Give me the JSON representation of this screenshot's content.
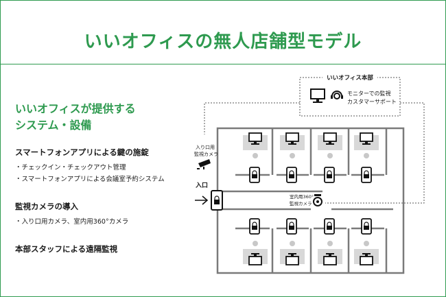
{
  "title": "いいオフィスの無人店舗型モデル",
  "subtitle_line1": "いいオフィスが提供する",
  "subtitle_line2": "システム・設備",
  "sections": [
    {
      "heading": "スマートフォンアプリによる鍵の施錠",
      "items": [
        "・チェックイン・チェックアウト管理",
        "・スマートフォンアプリによる会議室予約システム"
      ]
    },
    {
      "heading": "監視カメラの導入",
      "items": [
        "・入り口用カメラ、室内用360°カメラ"
      ]
    },
    {
      "heading": "本部スタッフによる遠隔監視",
      "items": []
    }
  ],
  "diagram": {
    "hq_label": "いいオフィス本部",
    "hq_text_1": "モニターでの監視",
    "hq_text_2": "カスタマーサポート",
    "entrance_cam_1": "入り口用",
    "entrance_cam_2": "監視カメラ",
    "entrance_label": "入口",
    "room_cam_1": "室内用360°",
    "room_cam_2": "監視カメラ"
  },
  "colors": {
    "accent": "#2e9a4f",
    "wall": "#7a7a7a",
    "desk": "#d8d8d8"
  }
}
